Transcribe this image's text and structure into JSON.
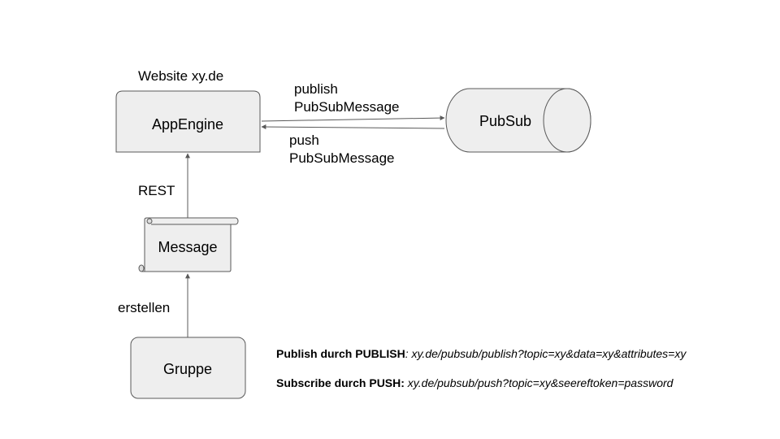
{
  "labels": {
    "website": "Website xy.de",
    "publish_line1": "publish",
    "publish_line2": "PubSubMessage",
    "push_line1": "push",
    "push_line2": "PubSubMessage",
    "rest": "REST",
    "erstellen": "erstellen"
  },
  "nodes": {
    "appengine": "AppEngine",
    "pubsub": "PubSub",
    "message": "Message",
    "gruppe": "Gruppe"
  },
  "notes": {
    "publish_bold": "Publish durch PUBLISH",
    "publish_italic": ": xy.de/pubsub/publish?topic=xy&data=xy&attributes=xy",
    "subscribe_bold": "Subscribe durch PUSH:",
    "subscribe_italic": " xy.de/pubsub/push?topic=xy&seereftoken=password"
  },
  "colors": {
    "node_fill": "#eeeeee",
    "stroke": "#595959"
  }
}
